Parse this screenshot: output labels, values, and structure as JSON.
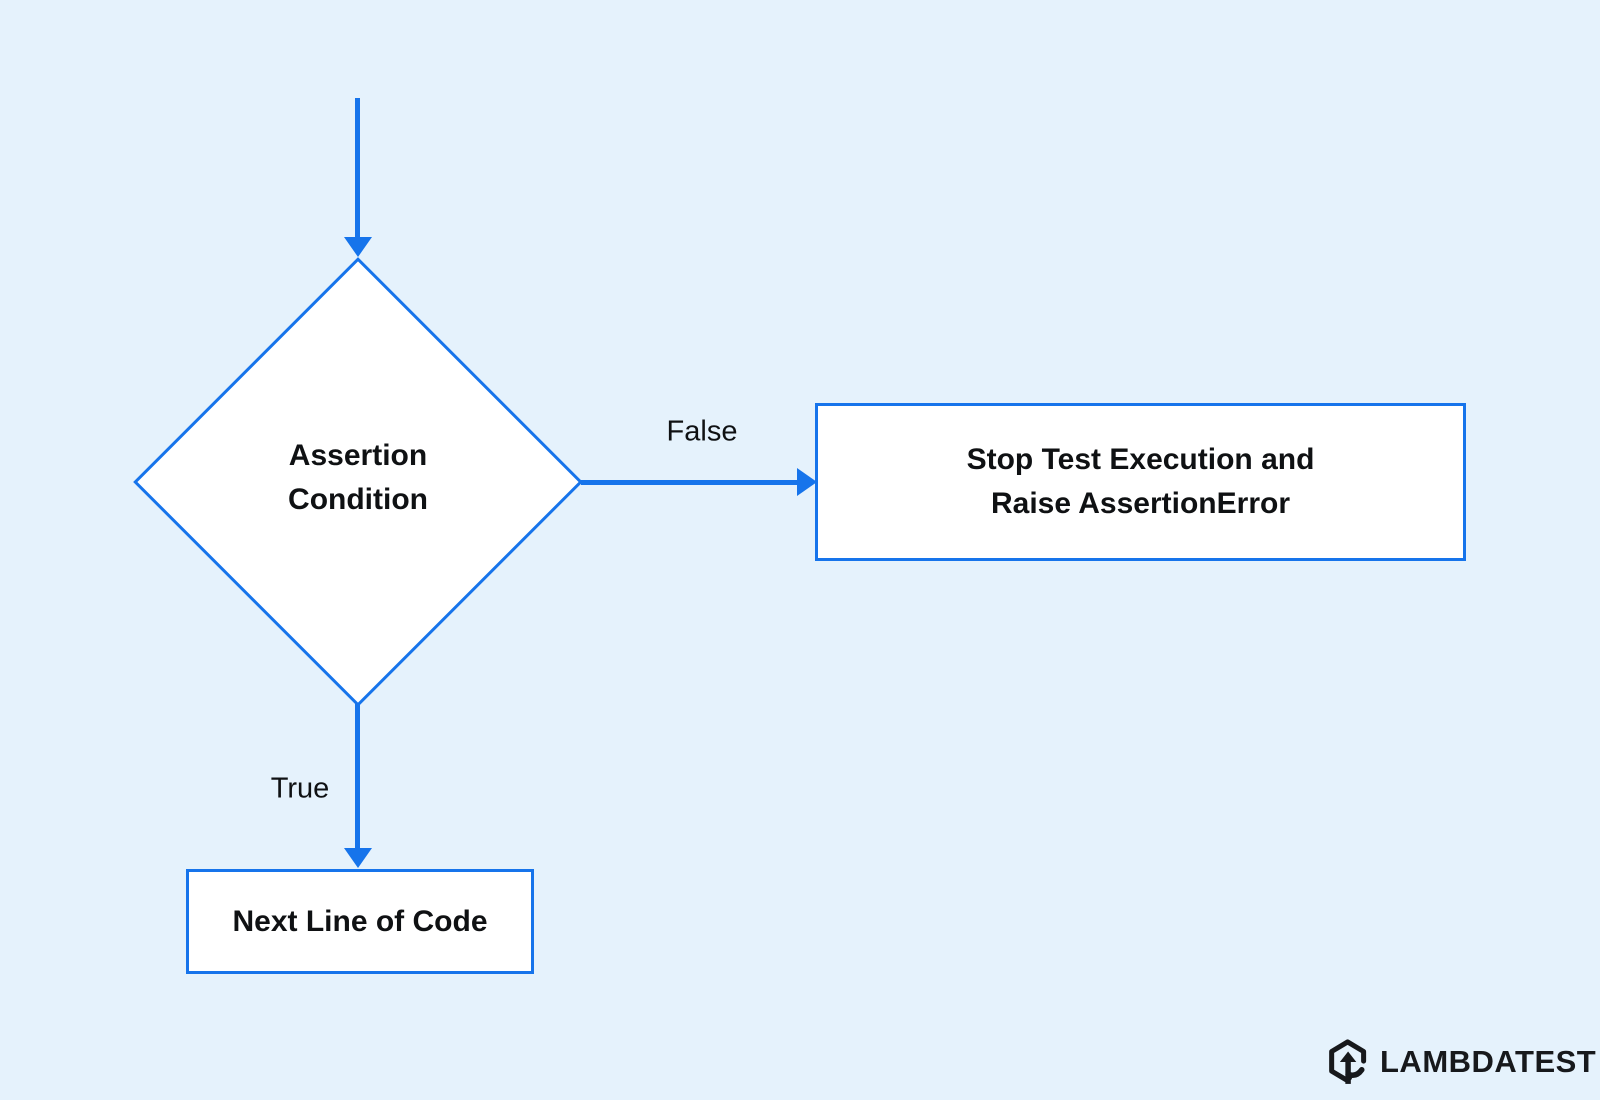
{
  "colors": {
    "bg": "#E5F2FC",
    "accent": "#1674EB",
    "ink": "#0F1113",
    "logoink": "#17191C",
    "node_fill": "#FFFFFF"
  },
  "nodes": {
    "condition": {
      "lines": [
        "Assertion",
        "Condition"
      ]
    },
    "stop": {
      "lines": [
        "Stop Test Execution and",
        "Raise AssertionError"
      ]
    },
    "next": {
      "label": "Next Line of Code"
    }
  },
  "edges": {
    "false_label": "False",
    "true_label": "True"
  },
  "branding": {
    "logo_text": "LAMBDATEST",
    "logo_icon": "lambdatest-hexagon-arrow-icon"
  }
}
